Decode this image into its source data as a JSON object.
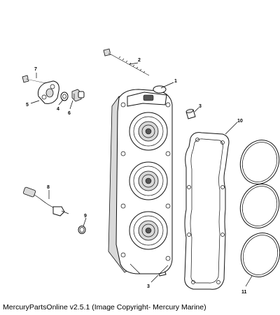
{
  "caption": "MercuryPartsOnline v2.5.1 (Image Copyright- Mercury Marine)",
  "callouts": {
    "c1": "1",
    "c2": "2",
    "c3a": "3",
    "c3b": "3",
    "c4": "4",
    "c5": "5",
    "c6": "6",
    "c7": "7",
    "c8": "8",
    "c9": "9",
    "c10": "10",
    "c11": "11"
  }
}
